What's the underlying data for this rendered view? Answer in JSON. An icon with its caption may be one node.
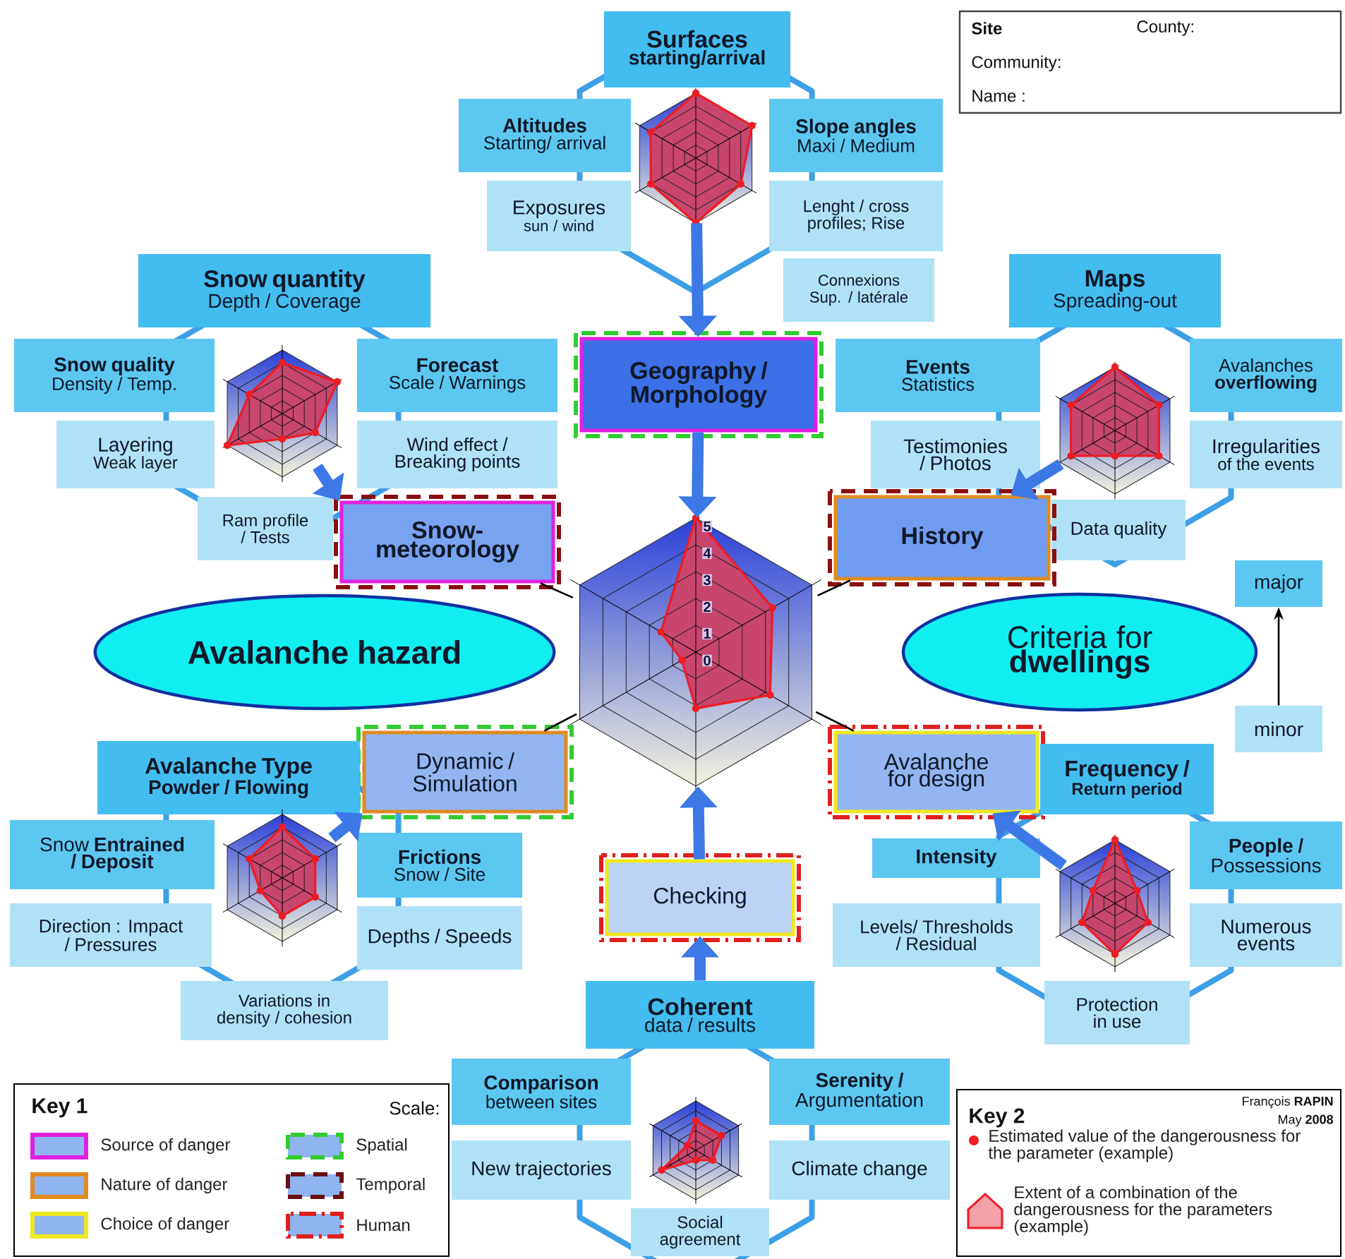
{
  "diagram": {
    "nodes": [
      {
        "text": [
          "Surfaces",
          "starting/arrival"
        ]
      },
      {
        "text": [
          "Altitudes",
          "Starting/ arrival"
        ]
      },
      {
        "text": [
          "Slope angles",
          "Maxi / Medium"
        ]
      },
      {
        "text": [
          "Exposures",
          "sun / wind"
        ]
      },
      {
        "text": [
          "Lenght / cross profiles; Rise"
        ]
      },
      {
        "text": [
          "Connexions Sup. / latérale"
        ]
      },
      {
        "text": [],
        "shape": "radar"
      },
      {
        "text": [
          "Geography / Morphology"
        ]
      },
      {
        "text": [
          "Snow quantity",
          "Depth / Coverage"
        ]
      },
      {
        "text": [
          "Snow quality",
          "Density / Temp."
        ]
      },
      {
        "text": [
          "Forecast",
          "Scale / Warnings"
        ]
      },
      {
        "text": [
          "Layering",
          "Weak layer"
        ]
      },
      {
        "text": [
          "Wind effect / Breaking points"
        ]
      },
      {
        "text": [
          "Ram profile / Tests"
        ]
      },
      {
        "text": [],
        "shape": "radar"
      },
      {
        "text": [
          "Snow-meteorology"
        ]
      },
      {
        "text": [
          "Maps",
          "Spreading-out"
        ]
      },
      {
        "text": [
          "Events",
          "Statistics"
        ]
      },
      {
        "text": [
          "Avalanches **overflowing**"
        ]
      },
      {
        "text": [
          "Testimonies / Photos"
        ]
      },
      {
        "text": [
          "Irregularities",
          "of the events"
        ]
      },
      {
        "text": [
          "Data quality"
        ]
      },
      {
        "text": [],
        "shape": "radar"
      },
      {
        "text": [
          "History"
        ]
      },
      {
        "text": [
          "Avalanche hazard"
        ]
      },
      {
        "text": [
          "Criteria for **dwellings**"
        ]
      },
      {
        "text": [
          "major"
        ]
      },
      {
        "text": [
          "minor"
        ]
      },
      {
        "text": [
          "Site",
          "County:",
          "Community:",
          "Name :"
        ]
      },
      {
        "text": [],
        "shape": "radar"
      },
      {
        "text": [
          "Dynamic / Simulation"
        ]
      },
      {
        "text": [
          "Avalanche Type",
          "Powder / Flowing"
        ]
      },
      {
        "text": [
          "Snow **Entrained / Deposit**"
        ]
      },
      {
        "text": [
          "Frictions",
          "Snow / Site"
        ]
      },
      {
        "text": [
          "Direction : Impact / Pressures"
        ]
      },
      {
        "text": [
          "Depths / Speeds"
        ]
      },
      {
        "text": [
          "Variations in density / cohesion"
        ]
      },
      {
        "text": [],
        "shape": "radar"
      },
      {
        "text": [
          "Avalanche for design"
        ]
      },
      {
        "text": [
          "Frequency /",
          "Return period"
        ]
      },
      {
        "text": [
          "Intensity"
        ]
      },
      {
        "text": [
          "People /",
          "Possessions"
        ]
      },
      {
        "text": [
          "Levels/ Thresholds / Residual"
        ]
      },
      {
        "text": [
          "Numerous events"
        ]
      },
      {
        "text": [
          "Protection in use"
        ]
      },
      {
        "text": [],
        "shape": "radar"
      },
      {
        "text": [
          "Checking"
        ]
      },
      {
        "text": [
          "Coherent",
          "data / results"
        ]
      },
      {
        "text": [
          "Comparison",
          "between sites"
        ]
      },
      {
        "text": [
          "Serenity /",
          "Argumentation"
        ]
      },
      {
        "text": [
          "New trajectories"
        ]
      },
      {
        "text": [
          "Climate change"
        ]
      },
      {
        "text": [
          "Social agreement"
        ]
      }
    ],
    "edges": [
      {
        "from": 6,
        "to": 7,
        "arrow": "to"
      },
      {
        "from": 7,
        "to": 29,
        "arrow": "to"
      },
      {
        "from": 14,
        "to": 15,
        "arrow": "to"
      },
      {
        "from": 22,
        "to": 23,
        "arrow": "to"
      },
      {
        "from": 37,
        "to": 30,
        "arrow": "to"
      },
      {
        "from": 45,
        "to": 38,
        "arrow": "to"
      },
      {
        "from": 47,
        "to": 46,
        "arrow": "to"
      },
      {
        "from": 46,
        "to": 29,
        "arrow": "to"
      },
      {
        "from": 29,
        "to": 15,
        "arrow": "none",
        "color": "#000000"
      },
      {
        "from": 29,
        "to": 23,
        "arrow": "none",
        "color": "#000000"
      },
      {
        "from": 29,
        "to": 30,
        "arrow": "none",
        "color": "#000000"
      },
      {
        "from": 29,
        "to": 38,
        "arrow": "none",
        "color": "#000000"
      },
      {
        "from": 27,
        "to": 26,
        "arrow": "to",
        "color": "#000000"
      }
    ],
    "labels": [
      "5",
      "4",
      "3",
      "2",
      "1",
      "0",
      "Key 1",
      "Scale:",
      "Key 2",
      "François **RAPIN**",
      "May **2008**"
    ],
    "legend": [
      {
        "text": "Source of danger"
      },
      {
        "text": "Nature of danger"
      },
      {
        "text": "Choice of danger"
      },
      {
        "text": "Spatial"
      },
      {
        "text": "Temporal"
      },
      {
        "text": "Human"
      },
      {
        "text": "Estimated value of the dangerousness for the parameter (example)"
      },
      {
        "text": "Extent of a combination of the dangerousness for the parameters (example)"
      }
    ]
  }
}
